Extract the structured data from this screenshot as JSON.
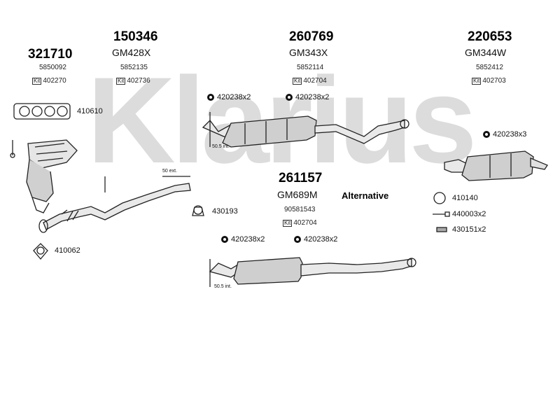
{
  "watermark": {
    "text": "Klarius",
    "color": "#d9d9d9"
  },
  "parts": {
    "p1": {
      "part_no": "321710",
      "oem": "5850092",
      "kit": "402270"
    },
    "p2": {
      "part_no": "150346",
      "model": "GM428X",
      "oem": "5852135",
      "kit": "402736"
    },
    "p3": {
      "part_no": "260769",
      "model": "GM343X",
      "oem": "5852114",
      "kit": "402704"
    },
    "p4": {
      "part_no": "220653",
      "model": "GM344W",
      "oem": "5852412",
      "kit": "402703"
    },
    "p5": {
      "part_no": "261157",
      "model": "GM689M",
      "oem": "90581543",
      "kit": "402704"
    }
  },
  "kit_prefix": "Kit",
  "alternative_label": "Alternative",
  "accessories": {
    "a410610": "410610",
    "a410062": "410062",
    "a430193": "430193",
    "a420238_top_left": "420238x2",
    "a420238_top_right": "420238x2",
    "a420238_x3": "420238x3",
    "a420238_mid_left": "420238x2",
    "a420238_mid_right": "420238x2",
    "a410140": "410140",
    "a440003": "440003x2",
    "a430151": "430151x2"
  },
  "notes": {
    "ext_50": "50 ext.",
    "int_50_5_top": "50.5 int.",
    "int_50_5_bottom": "50.5 int."
  },
  "colors": {
    "line": "#222222",
    "fill": "#cfcfcf"
  }
}
